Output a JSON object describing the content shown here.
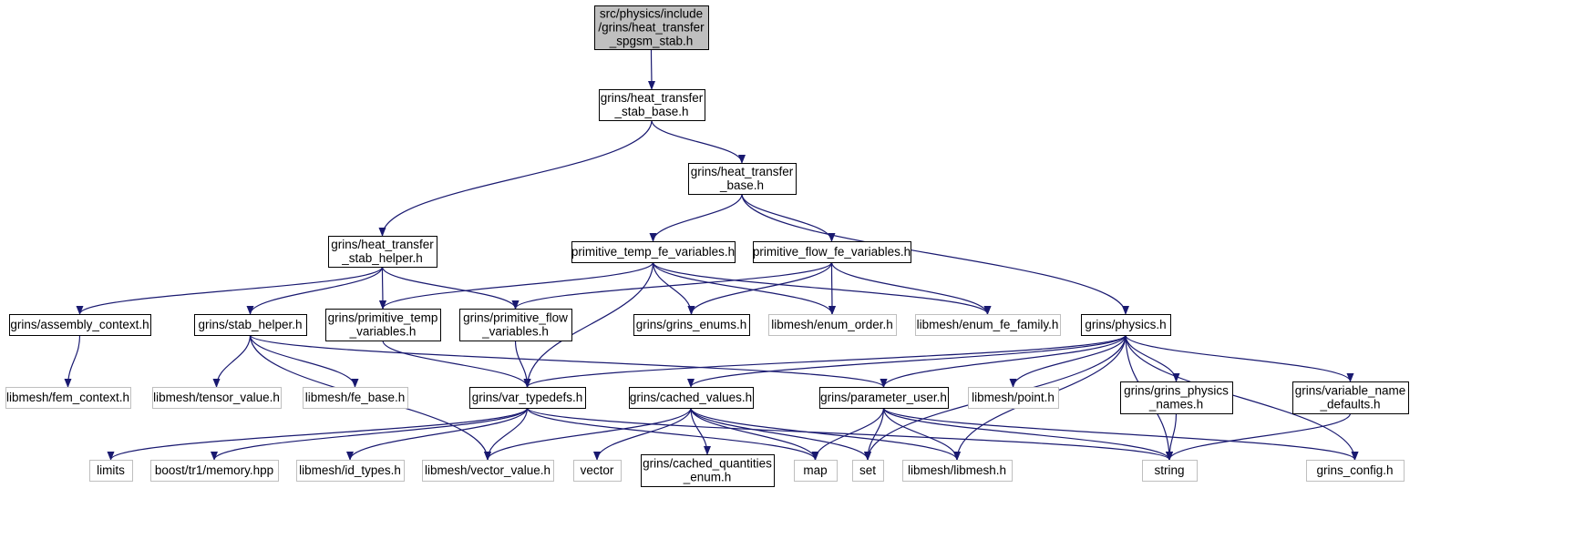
{
  "diagram": {
    "colors": {
      "edge": "#191970",
      "root_fill": "#bfbfbf",
      "node_stroke": "#000000",
      "external_stroke": "#bfbfbf",
      "text": "#000000",
      "background": "#ffffff"
    },
    "nodes": [
      {
        "id": "root",
        "lines": [
          "src/physics/include",
          "/grins/heat_transfer",
          "_spgsm_stab.h"
        ],
        "style": "root"
      },
      {
        "id": "stab_base",
        "lines": [
          "grins/heat_transfer",
          "_stab_base.h"
        ],
        "style": "normal"
      },
      {
        "id": "ht_base",
        "lines": [
          "grins/heat_transfer",
          "_base.h"
        ],
        "style": "normal"
      },
      {
        "id": "stab_helper_ht",
        "lines": [
          "grins/heat_transfer",
          "_stab_helper.h"
        ],
        "style": "normal"
      },
      {
        "id": "prim_temp_fe",
        "lines": [
          "primitive_temp_fe_variables.h"
        ],
        "style": "normal"
      },
      {
        "id": "prim_flow_fe",
        "lines": [
          "primitive_flow_fe_variables.h"
        ],
        "style": "normal"
      },
      {
        "id": "assembly_ctx",
        "lines": [
          "grins/assembly_context.h"
        ],
        "style": "normal"
      },
      {
        "id": "stab_helper",
        "lines": [
          "grins/stab_helper.h"
        ],
        "style": "normal"
      },
      {
        "id": "prim_temp",
        "lines": [
          "grins/primitive_temp",
          "_variables.h"
        ],
        "style": "normal"
      },
      {
        "id": "prim_flow",
        "lines": [
          "grins/primitive_flow",
          "_variables.h"
        ],
        "style": "normal"
      },
      {
        "id": "grins_enums",
        "lines": [
          "grins/grins_enums.h"
        ],
        "style": "normal"
      },
      {
        "id": "enum_order",
        "lines": [
          "libmesh/enum_order.h"
        ],
        "style": "external"
      },
      {
        "id": "enum_fe_family",
        "lines": [
          "libmesh/enum_fe_family.h"
        ],
        "style": "external"
      },
      {
        "id": "physics",
        "lines": [
          "grins/physics.h"
        ],
        "style": "normal"
      },
      {
        "id": "fem_context",
        "lines": [
          "libmesh/fem_context.h"
        ],
        "style": "external"
      },
      {
        "id": "tensor_value",
        "lines": [
          "libmesh/tensor_value.h"
        ],
        "style": "external"
      },
      {
        "id": "fe_base",
        "lines": [
          "libmesh/fe_base.h"
        ],
        "style": "external"
      },
      {
        "id": "var_typedefs",
        "lines": [
          "grins/var_typedefs.h"
        ],
        "style": "normal"
      },
      {
        "id": "cached_values",
        "lines": [
          "grins/cached_values.h"
        ],
        "style": "normal"
      },
      {
        "id": "parameter_user",
        "lines": [
          "grins/parameter_user.h"
        ],
        "style": "normal"
      },
      {
        "id": "point",
        "lines": [
          "libmesh/point.h"
        ],
        "style": "external"
      },
      {
        "id": "physics_names",
        "lines": [
          "grins/grins_physics",
          "_names.h"
        ],
        "style": "normal"
      },
      {
        "id": "var_name_defaults",
        "lines": [
          "grins/variable_name",
          "_defaults.h"
        ],
        "style": "normal"
      },
      {
        "id": "limits",
        "lines": [
          "limits"
        ],
        "style": "external"
      },
      {
        "id": "boost_memory",
        "lines": [
          "boost/tr1/memory.hpp"
        ],
        "style": "external"
      },
      {
        "id": "id_types",
        "lines": [
          "libmesh/id_types.h"
        ],
        "style": "external"
      },
      {
        "id": "vector_value",
        "lines": [
          "libmesh/vector_value.h"
        ],
        "style": "external"
      },
      {
        "id": "vector",
        "lines": [
          "vector"
        ],
        "style": "external"
      },
      {
        "id": "cached_quant",
        "lines": [
          "grins/cached_quantities",
          "_enum.h"
        ],
        "style": "normal"
      },
      {
        "id": "map",
        "lines": [
          "map"
        ],
        "style": "external"
      },
      {
        "id": "set",
        "lines": [
          "set"
        ],
        "style": "external"
      },
      {
        "id": "libmesh",
        "lines": [
          "libmesh/libmesh.h"
        ],
        "style": "external"
      },
      {
        "id": "string",
        "lines": [
          "string"
        ],
        "style": "external"
      },
      {
        "id": "grins_config",
        "lines": [
          "grins_config.h"
        ],
        "style": "external"
      }
    ],
    "edges": [
      [
        "root",
        "stab_base"
      ],
      [
        "stab_base",
        "stab_helper_ht"
      ],
      [
        "stab_base",
        "ht_base"
      ],
      [
        "ht_base",
        "prim_temp_fe"
      ],
      [
        "ht_base",
        "prim_flow_fe"
      ],
      [
        "ht_base",
        "physics"
      ],
      [
        "stab_helper_ht",
        "assembly_ctx"
      ],
      [
        "stab_helper_ht",
        "stab_helper"
      ],
      [
        "stab_helper_ht",
        "prim_temp"
      ],
      [
        "stab_helper_ht",
        "prim_flow"
      ],
      [
        "assembly_ctx",
        "fem_context"
      ],
      [
        "stab_helper",
        "tensor_value"
      ],
      [
        "stab_helper",
        "fe_base"
      ],
      [
        "stab_helper",
        "vector_value"
      ],
      [
        "stab_helper",
        "parameter_user"
      ],
      [
        "prim_temp_fe",
        "prim_temp"
      ],
      [
        "prim_temp_fe",
        "grins_enums"
      ],
      [
        "prim_temp_fe",
        "enum_order"
      ],
      [
        "prim_temp_fe",
        "enum_fe_family"
      ],
      [
        "prim_temp_fe",
        "var_typedefs"
      ],
      [
        "prim_flow_fe",
        "prim_flow"
      ],
      [
        "prim_flow_fe",
        "grins_enums"
      ],
      [
        "prim_flow_fe",
        "enum_order"
      ],
      [
        "prim_flow_fe",
        "enum_fe_family"
      ],
      [
        "prim_temp",
        "var_typedefs"
      ],
      [
        "prim_flow",
        "var_typedefs"
      ],
      [
        "physics",
        "var_typedefs"
      ],
      [
        "physics",
        "cached_values"
      ],
      [
        "physics",
        "parameter_user"
      ],
      [
        "physics",
        "point"
      ],
      [
        "physics",
        "physics_names"
      ],
      [
        "physics",
        "var_name_defaults"
      ],
      [
        "physics",
        "set"
      ],
      [
        "physics",
        "libmesh"
      ],
      [
        "physics",
        "string"
      ],
      [
        "physics",
        "grins_config"
      ],
      [
        "var_typedefs",
        "limits"
      ],
      [
        "var_typedefs",
        "boost_memory"
      ],
      [
        "var_typedefs",
        "id_types"
      ],
      [
        "var_typedefs",
        "vector_value"
      ],
      [
        "var_typedefs",
        "map"
      ],
      [
        "var_typedefs",
        "string"
      ],
      [
        "cached_values",
        "vector_value"
      ],
      [
        "cached_values",
        "vector"
      ],
      [
        "cached_values",
        "cached_quant"
      ],
      [
        "cached_values",
        "map"
      ],
      [
        "cached_values",
        "set"
      ],
      [
        "cached_values",
        "libmesh"
      ],
      [
        "parameter_user",
        "map"
      ],
      [
        "parameter_user",
        "set"
      ],
      [
        "parameter_user",
        "libmesh"
      ],
      [
        "parameter_user",
        "string"
      ],
      [
        "parameter_user",
        "grins_config"
      ],
      [
        "physics_names",
        "string"
      ],
      [
        "var_name_defaults",
        "string"
      ]
    ]
  }
}
